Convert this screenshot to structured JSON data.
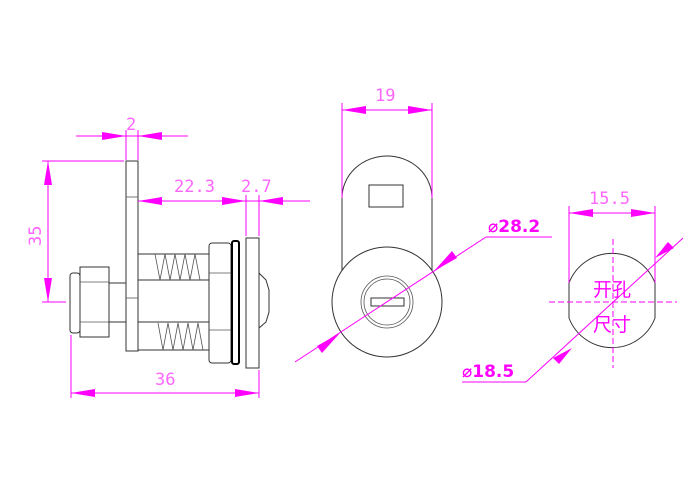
{
  "drawing": {
    "side_view": {
      "dim_plate_thickness": "2",
      "dim_height": "35",
      "dim_body_length": "22.3",
      "dim_cam_thickness": "2.7",
      "dim_total_length": "36"
    },
    "front_view": {
      "dim_cam_width": "19",
      "dim_face_diameter": "⌀28.2"
    },
    "cutout_view": {
      "dim_flat_width": "15.5",
      "dim_hole_diameter": "⌀18.5",
      "label_line1": "开孔",
      "label_line2": "尺寸"
    }
  },
  "colors": {
    "dimension": "#ff00ff",
    "outline": "#333333"
  }
}
